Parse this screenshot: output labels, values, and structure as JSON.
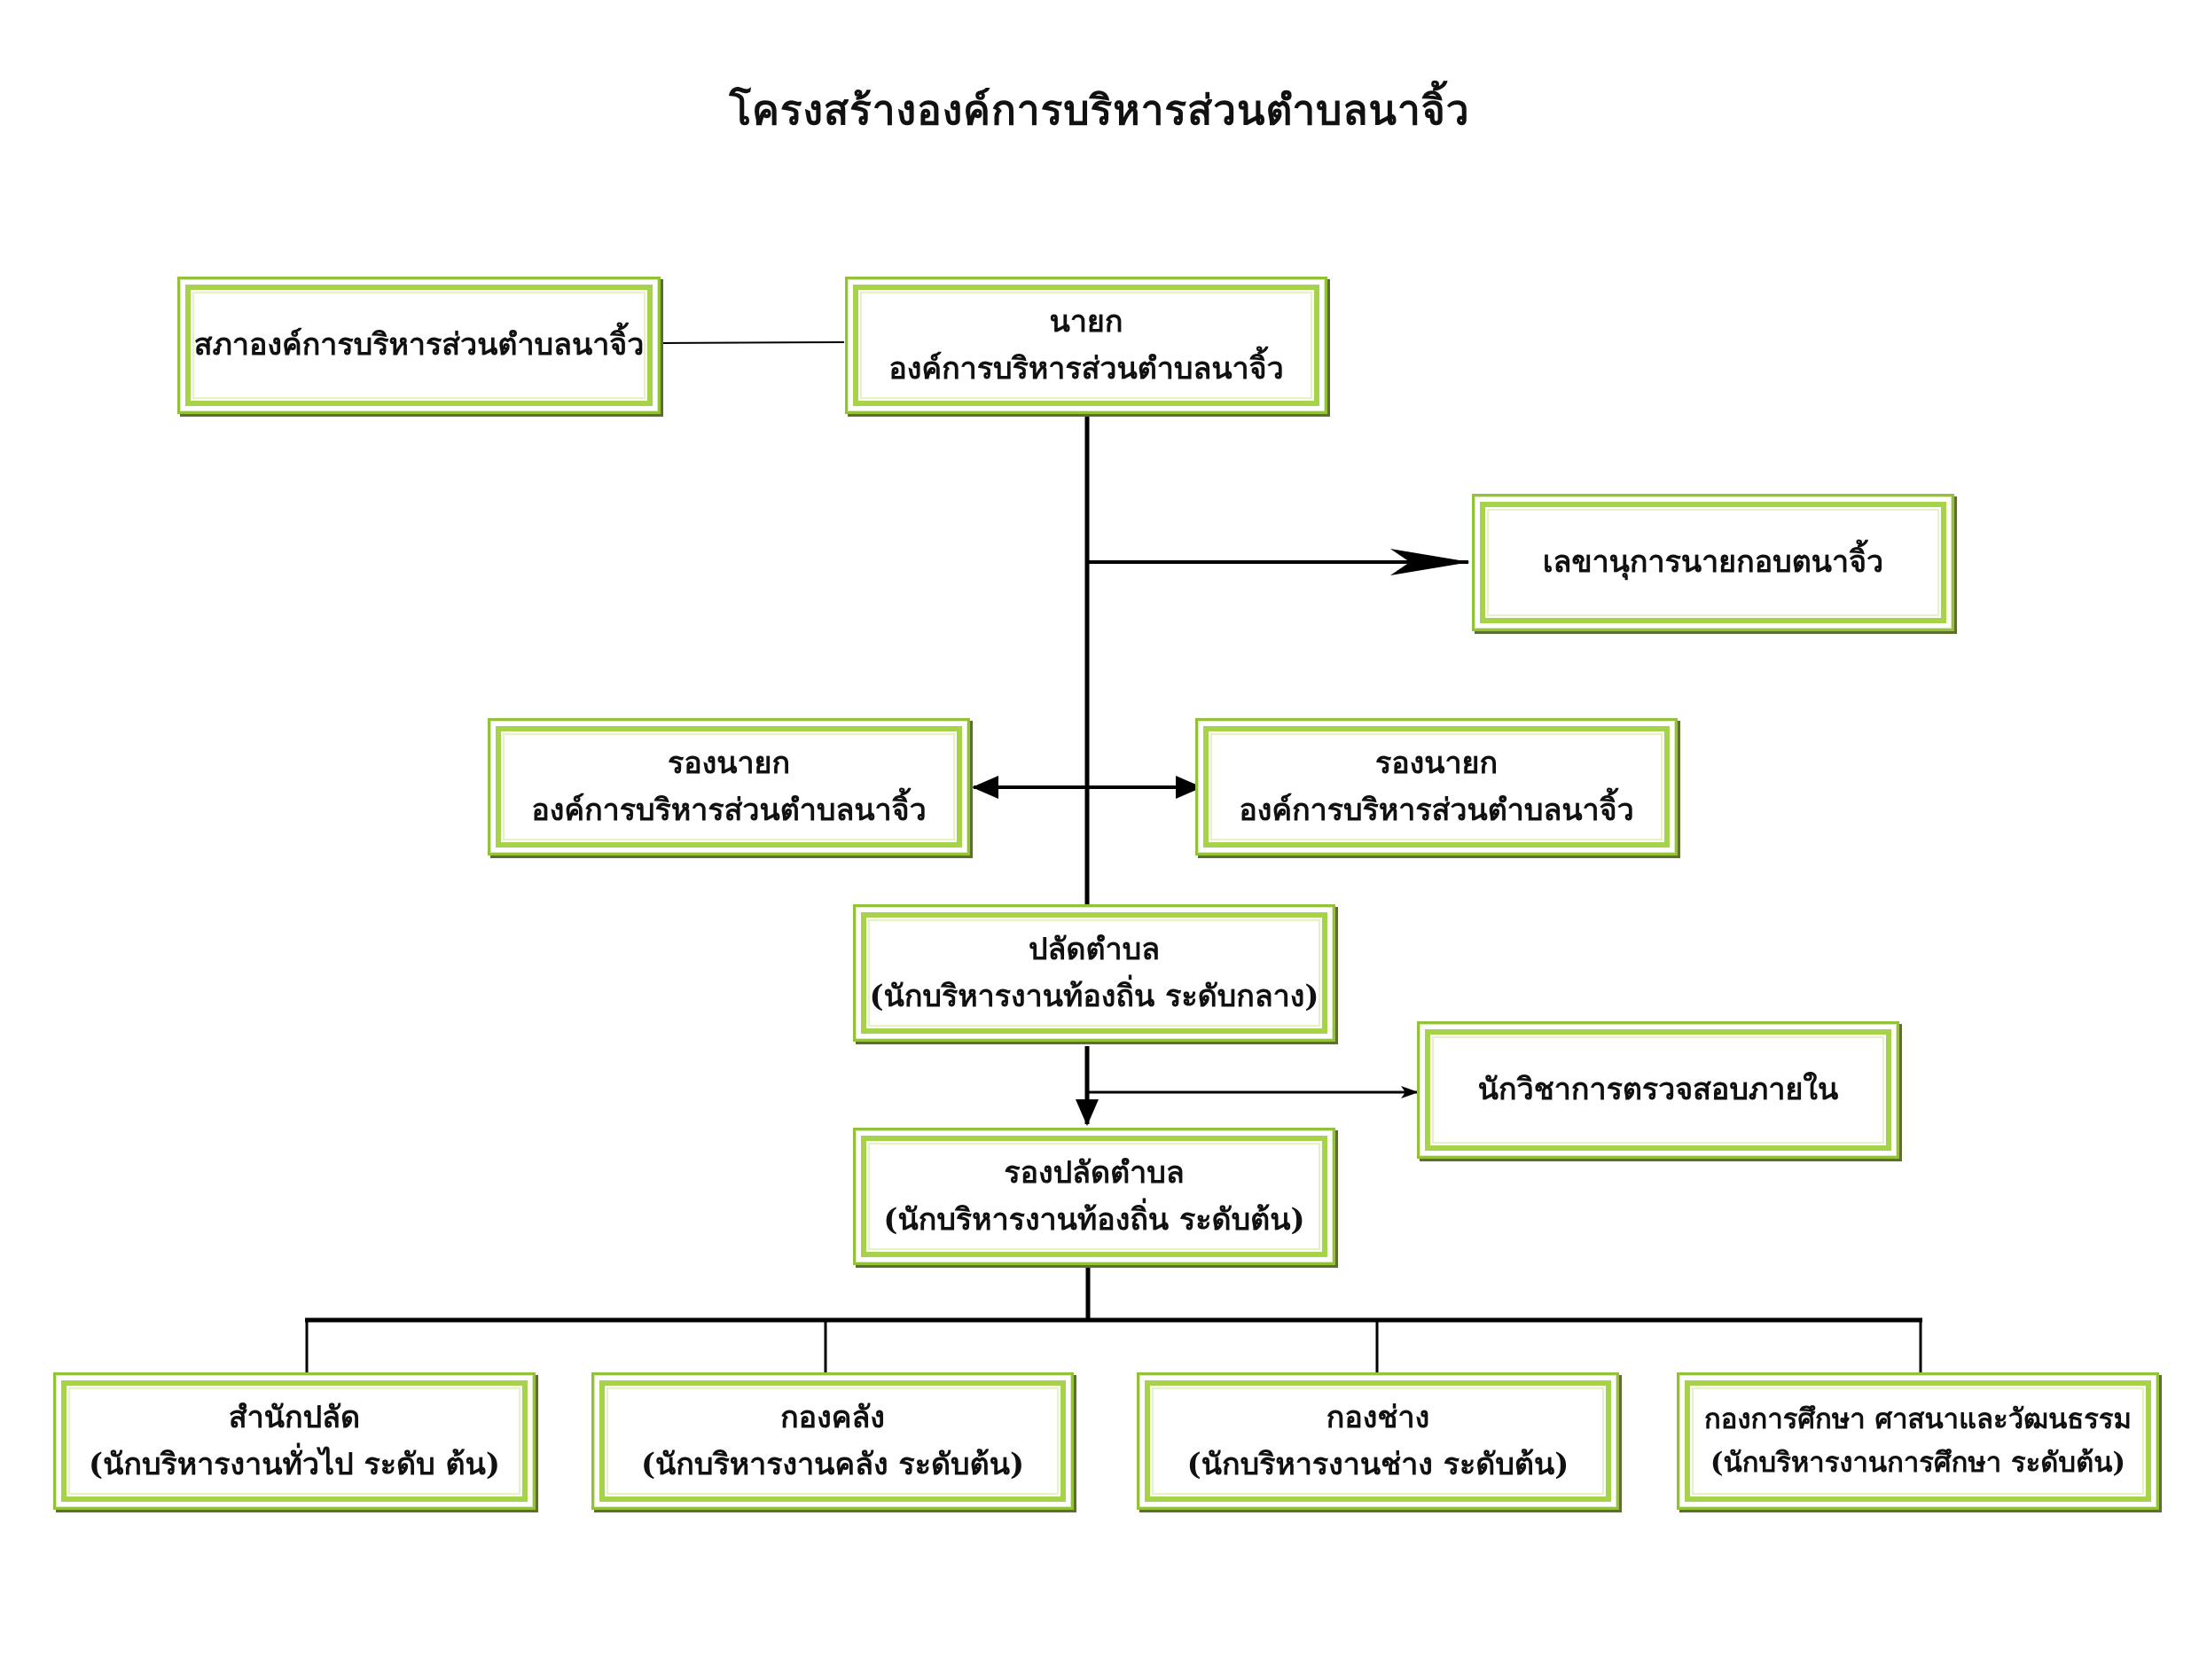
{
  "title": "โครงสร้างองค์การบริหารส่วนตำบลนาจิ้ว",
  "colors": {
    "box_border": "#93c23a",
    "box_inner": "#a6d34a",
    "line": "#000000"
  },
  "nodes": {
    "council": {
      "line1": "สภาองค์การบริหารส่วนตำบลนาจิ้ว"
    },
    "mayor": {
      "line1": "นายก",
      "line2": "องค์การบริหารส่วนตำบลนาจิ้ว"
    },
    "secretary": {
      "line1": "เลขานุการนายกอบตนาจิ้ว"
    },
    "deputy_left": {
      "line1": "รองนายก",
      "line2": "องค์การบริหารส่วนตำบลนาจิ้ว"
    },
    "deputy_right": {
      "line1": "รองนายก",
      "line2": "องค์การบริหารส่วนตำบลนาจิ้ว"
    },
    "palad": {
      "line1": "ปลัดตำบล",
      "line2": "(นักบริหารงานท้องถิ่น ระดับกลาง)"
    },
    "auditor": {
      "line1": "นักวิชาการตรวจสอบภายใน"
    },
    "deputy_palad": {
      "line1": "รองปลัดตำบล",
      "line2": "(นักบริหารงานท้องถิ่น ระดับต้น)"
    },
    "office_palad": {
      "line1": "สำนักปลัด",
      "line2": "(นักบริหารงานทั่วไป ระดับ ต้น)"
    },
    "finance": {
      "line1": "กองคลัง",
      "line2": "(นักบริหารงานคลัง ระดับต้น)"
    },
    "engineering": {
      "line1": "กองช่าง",
      "line2": "(นักบริหารงานช่าง ระดับต้น)"
    },
    "education": {
      "line1": "กองการศึกษา ศาสนาและวัฒนธรรม",
      "line2": "(นักบริหารงานการศึกษา ระดับต้น)"
    }
  }
}
